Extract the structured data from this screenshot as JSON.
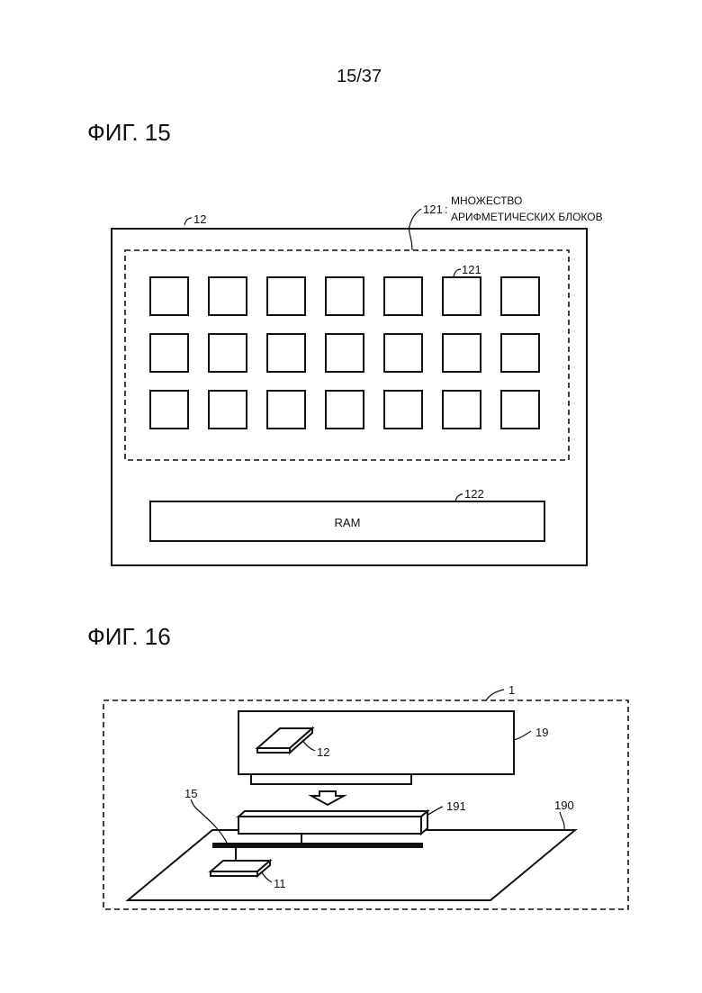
{
  "page_number": "15/37",
  "fig15": {
    "title": "ФИГ. 15",
    "label_chip": "12",
    "label_plurality_num": "121",
    "label_plurality_line1": "МНОЖЕСТВО",
    "label_plurality_line2": "АРИФМЕТИЧЕСКИХ БЛОКОВ",
    "label_block": "121",
    "label_ram_num": "122",
    "ram_text": "RAM",
    "grid": {
      "rows": 3,
      "cols": 7
    }
  },
  "fig16": {
    "title": "ФИГ. 16",
    "label_system": "1",
    "label_board": "19",
    "label_chip": "12",
    "label_connector": "191",
    "label_mainboard": "190",
    "label_bus": "15",
    "label_cpu": "11"
  }
}
